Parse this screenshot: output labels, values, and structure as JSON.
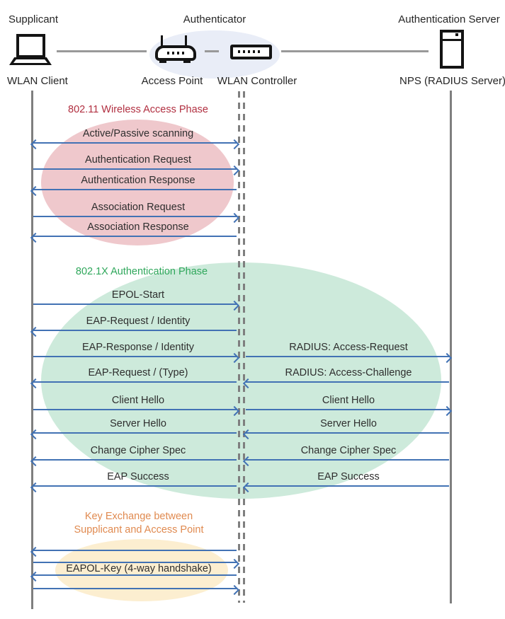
{
  "header": {
    "roles": [
      {
        "label": "Supplicant"
      },
      {
        "label": "Authenticator"
      },
      {
        "label": "Authentication Server"
      }
    ],
    "devices": [
      {
        "label": "WLAN Client"
      },
      {
        "label": "Access Point"
      },
      {
        "label": "WLAN Controller"
      },
      {
        "label": "NPS (RADIUS Server)"
      }
    ]
  },
  "phases": {
    "p1": {
      "title": "802.11 Wireless Access Phase"
    },
    "p2": {
      "title": "802.1X Authentication Phase"
    },
    "p3": {
      "title_line1": "Key Exchange between",
      "title_line2": "Supplicant and Access Point"
    }
  },
  "messages": {
    "scanning": "Active/Passive scanning",
    "auth_request": "Authentication Request",
    "auth_response": "Authentication Response",
    "assoc_request": "Association Request",
    "assoc_response": "Association Response",
    "epol_start": "EPOL-Start",
    "eap_request_identity": "EAP-Request / Identity",
    "eap_response_identity": "EAP-Response / Identity",
    "eap_request_type": "EAP-Request / (Type)",
    "radius_access_request": "RADIUS: Access-Request",
    "radius_access_challenge": "RADIUS: Access-Challenge",
    "client_hello": "Client Hello",
    "server_hello": "Server Hello",
    "change_cipher_spec": "Change Cipher Spec",
    "eap_success": "EAP Success",
    "eapol_key": "EAPOL-Key (4-way handshake)"
  },
  "colors": {
    "arrow": "#4272b4",
    "line": "#7f7f7f",
    "icon": "#141414",
    "phase1_title": "#b12f40",
    "phase1_fill": "#efc8cc",
    "phase2_title": "#2fa75b",
    "phase2_fill": "#cdeadb",
    "phase3_title": "#e08a50",
    "phase3_fill": "#fceed0",
    "hub_fill": "#e9edf7"
  }
}
